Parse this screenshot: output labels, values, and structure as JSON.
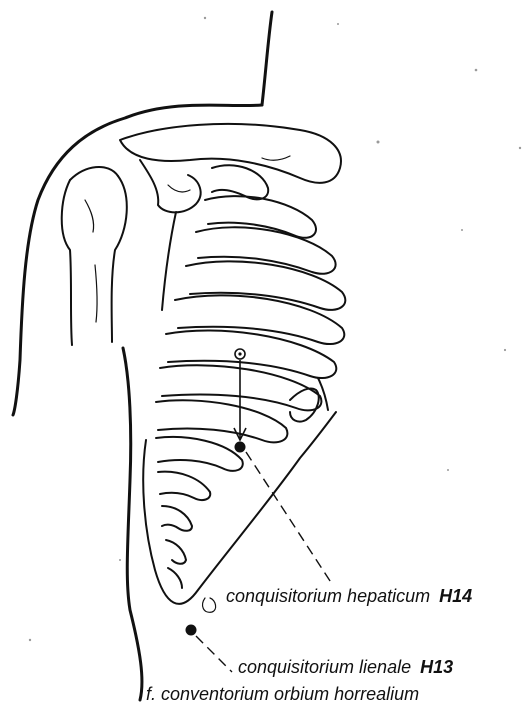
{
  "labels": {
    "h14_name": "conquisitorium hepaticum",
    "h14_code": "H14",
    "h13_name": "conquisitorium lienale",
    "h13_code": "H13",
    "h13_alt": "f. conventorium orbium horrealium"
  },
  "colors": {
    "ink": "#111111",
    "background": "#ffffff"
  }
}
